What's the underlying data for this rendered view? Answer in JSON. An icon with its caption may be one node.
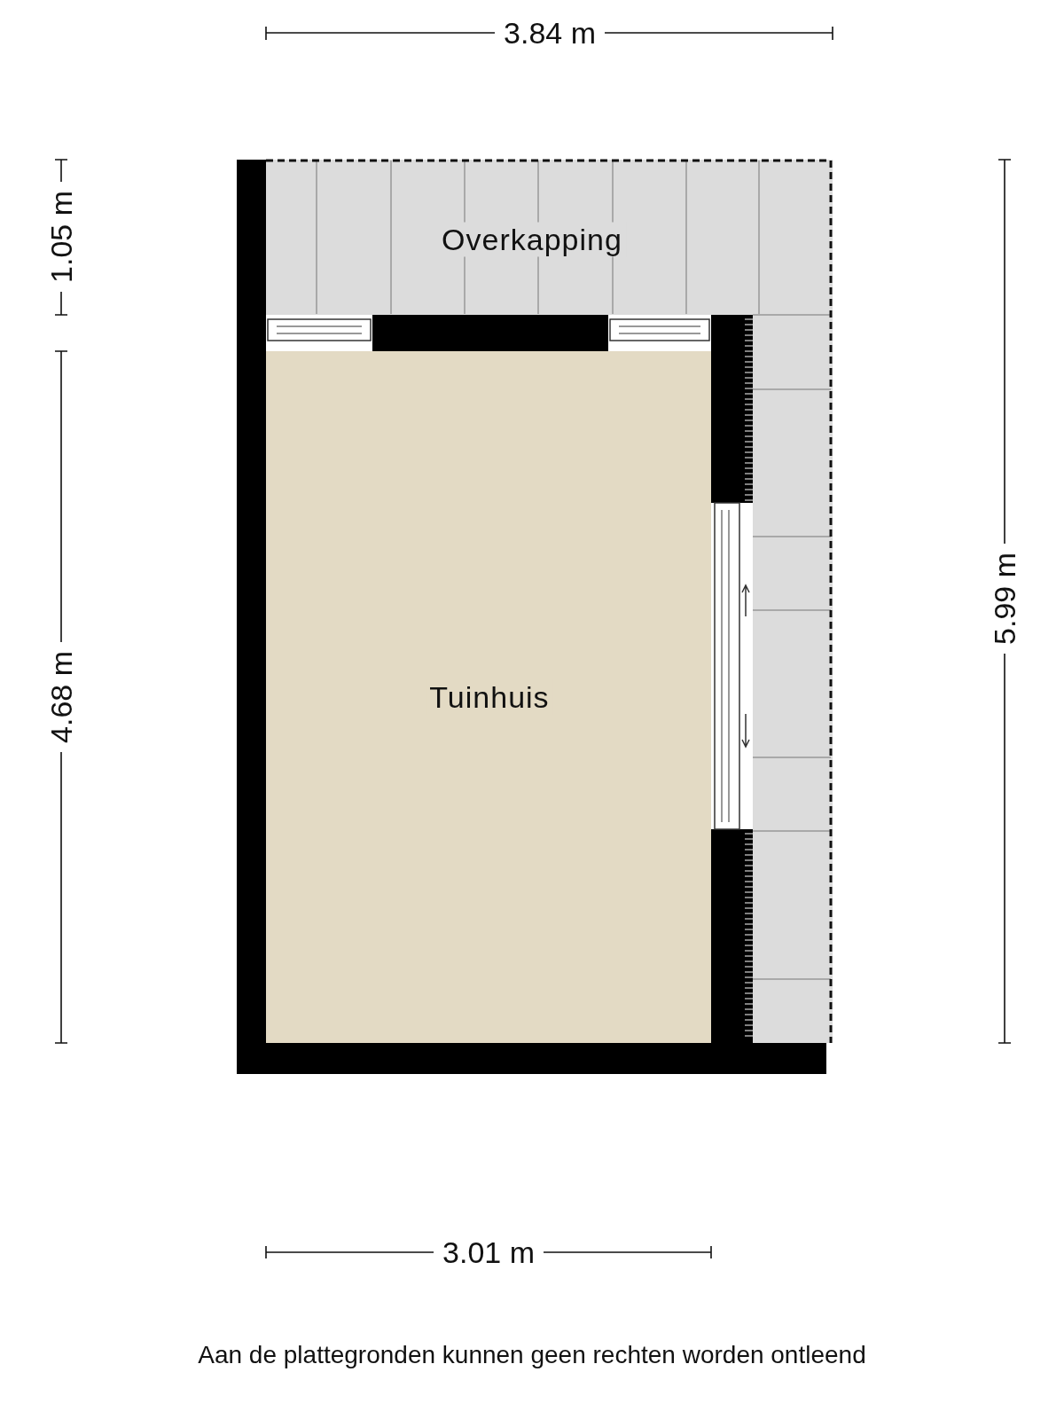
{
  "diagram": {
    "caption": "Aan de plattegronden kunnen geen rechten worden ontleend",
    "nodes": [
      {
        "text": [
          "Overkapping"
        ]
      },
      {
        "text": [
          "Tuinhuis"
        ]
      }
    ],
    "labels": [
      "3.84 m",
      "1.05 m",
      "5.99 m",
      "4.68 m",
      "3.01 m"
    ]
  }
}
